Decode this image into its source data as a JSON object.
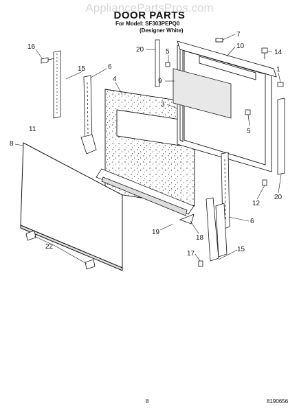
{
  "watermark": "AppliancePartsPros.com",
  "title": "DOOR PARTS",
  "model_line": "For Model: SF303PEPQ0",
  "variant_line": "(Designer White)",
  "callouts": {
    "c16": "16",
    "c15a": "15",
    "c6a": "6",
    "c4": "4",
    "c20a": "20",
    "c5a": "5",
    "c7": "7",
    "c10": "10",
    "c14": "14",
    "c9": "9",
    "c1": "1",
    "c3": "3",
    "c5b": "5",
    "c11": "11",
    "c8": "8",
    "c12": "12",
    "c20b": "20",
    "c6b": "6",
    "c19": "19",
    "c18": "18",
    "c22": "22",
    "c17": "17",
    "c15b": "15"
  },
  "footer": {
    "page_number": "8",
    "doc_code": "8190656"
  }
}
